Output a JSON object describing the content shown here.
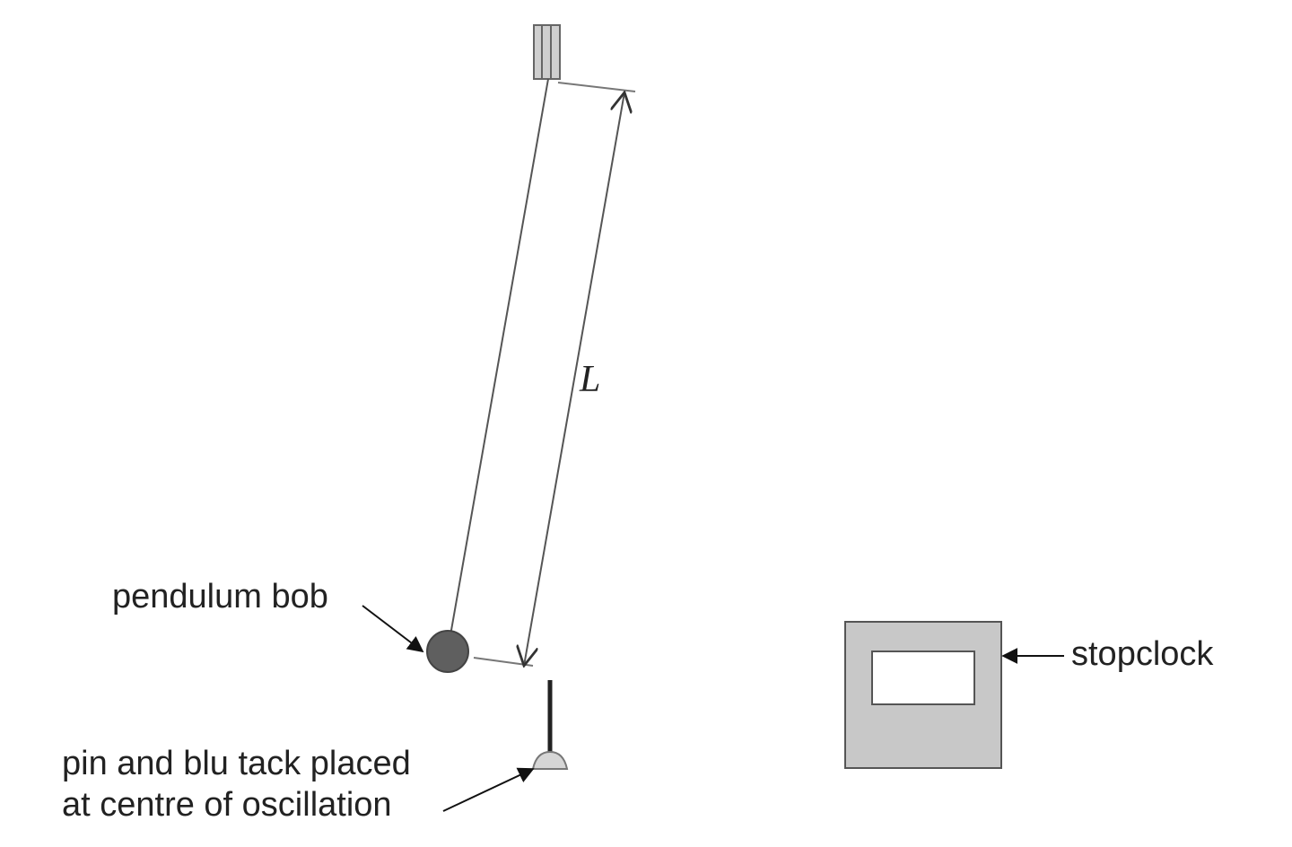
{
  "diagram": {
    "labels": {
      "length_symbol": "L",
      "pendulum_bob": "pendulum bob",
      "pin_line1": "pin and blu tack placed",
      "pin_line2": "at centre of oscillation",
      "stopclock": "stopclock"
    },
    "colors": {
      "line": "#555555",
      "bob_fill": "#5f5f5f",
      "clamp_fill": "#cfcfcf",
      "stopclock_fill": "#c8c8c8",
      "stopclock_display": "#ffffff",
      "blu_tack": "#d6d6d6",
      "pin": "#222222",
      "text": "#222222"
    },
    "icons": {
      "clamp": "clamp-icon",
      "bob": "pendulum-bob-icon",
      "pin": "pin-icon",
      "stopclock": "stopclock-icon"
    }
  }
}
